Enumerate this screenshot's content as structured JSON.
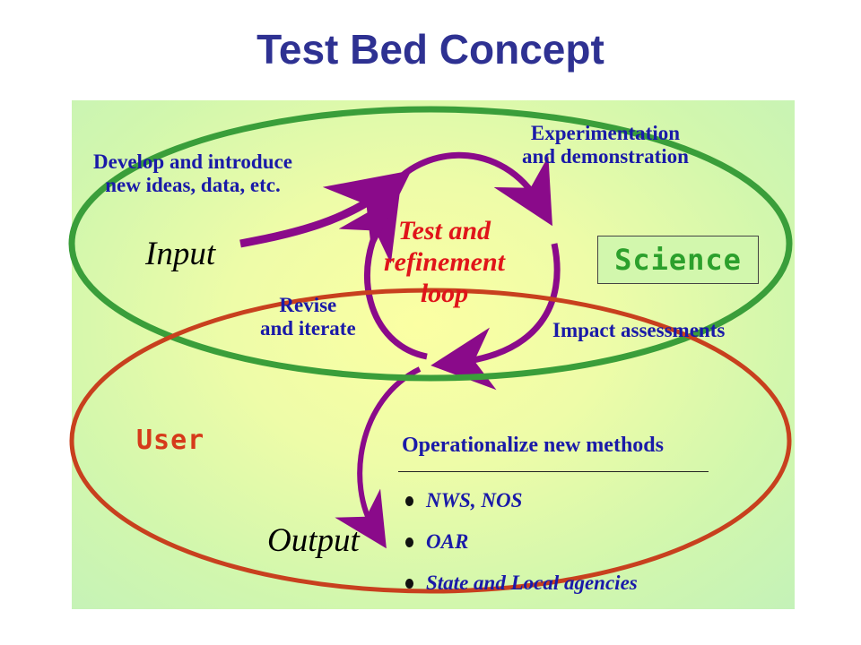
{
  "title": "Test Bed Concept",
  "labels": {
    "develop": "Develop and introduce\nnew ideas, data, etc.",
    "experimentation": "Experimentation\nand demonstration",
    "loop": "Test and\nrefinement\nloop",
    "revise": "Revise\nand iterate",
    "impact": "Impact assessments",
    "input": "Input",
    "output": "Output",
    "science": "Science",
    "user": "User"
  },
  "operationalize": {
    "heading": "Operationalize new methods",
    "items": [
      "NWS, NOS",
      "OAR",
      "State and Local agencies"
    ]
  },
  "colors": {
    "title": "#2E3192",
    "science_ellipse": "#3a9e3a",
    "user_ellipse": "#c8401e",
    "arrow_purple": "#8a0a8a",
    "label_blue": "#1a1aa8",
    "loop_red": "#e0141a"
  }
}
